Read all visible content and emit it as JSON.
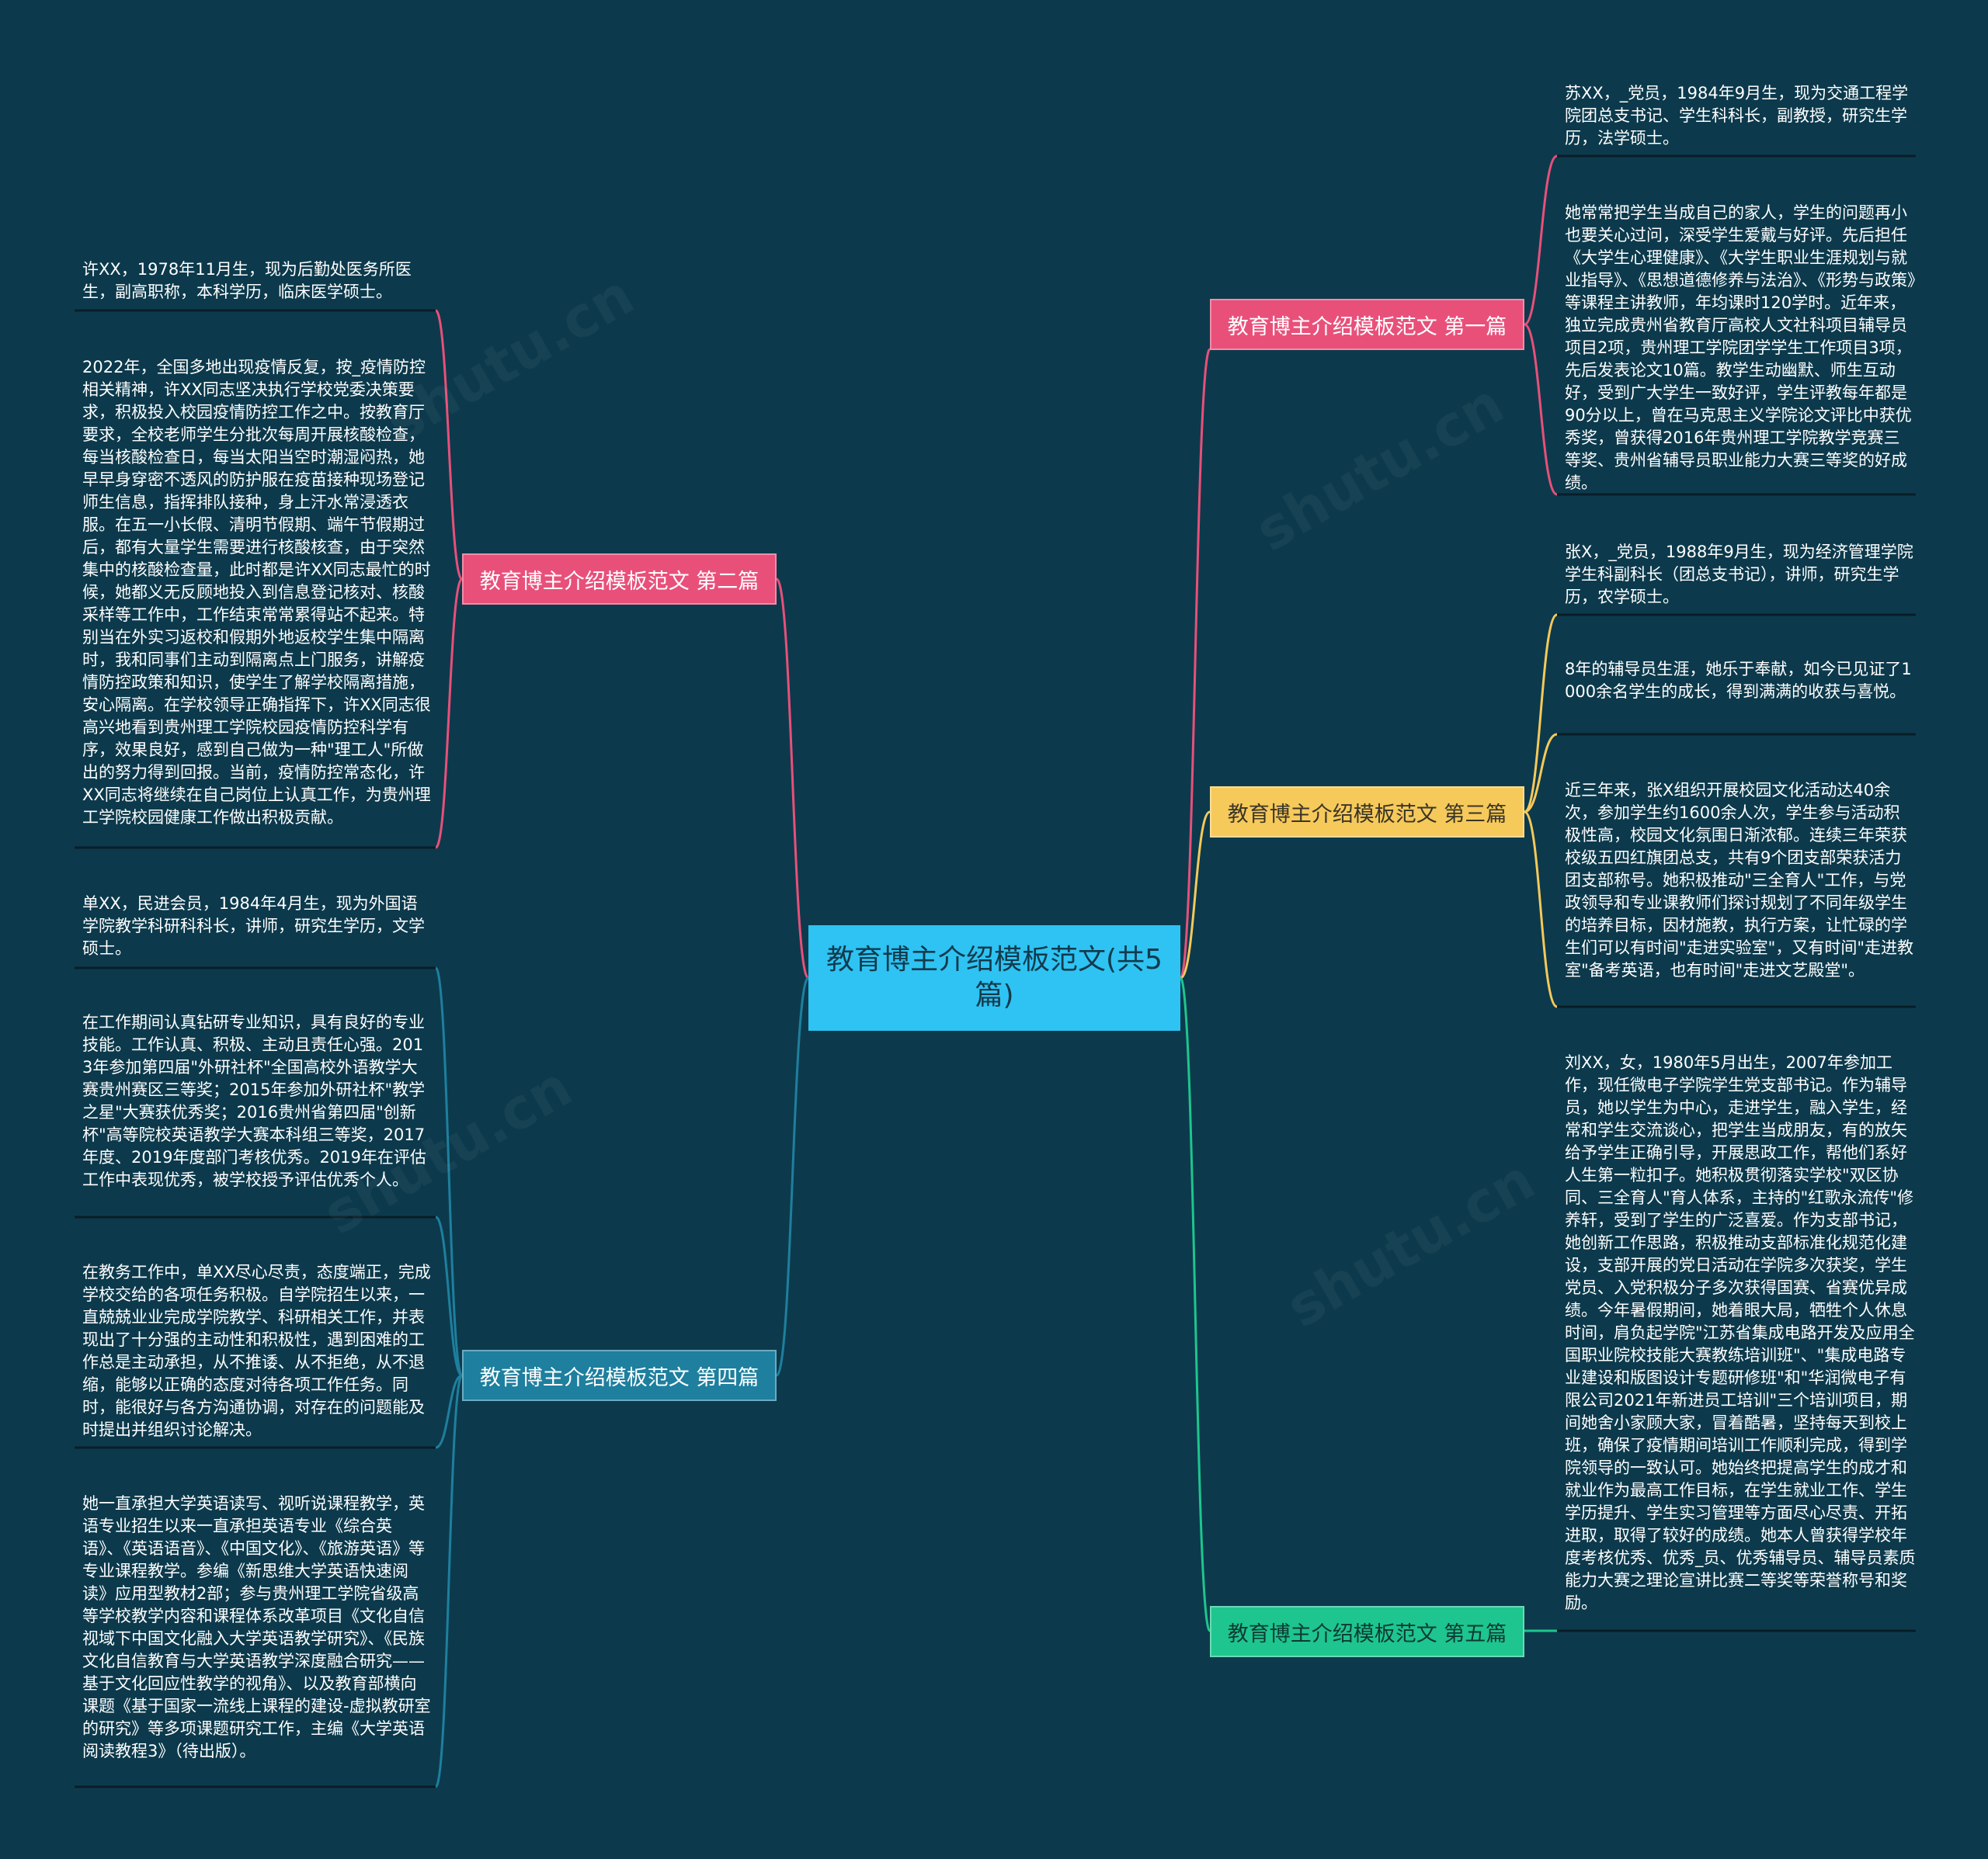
{
  "colors": {
    "background": "#0c3a4c",
    "center": "#2ec3f2",
    "pink": "#e8507a",
    "yellow": "#f6c95b",
    "blue": "#1e7f9e",
    "green": "#1ec58e",
    "line_underline": "#0a1d27"
  },
  "center": {
    "title": "教育博主介绍模板范文(共5篇)"
  },
  "branches": {
    "b1": {
      "title": "教育博主介绍模板范文 第一篇",
      "leaves": [
        "苏XX，_党员，1984年9月生，现为交通工程学院团总支书记、学生科科长，副教授，研究生学历，法学硕士。",
        "她常常把学生当成自己的家人，学生的问题再小也要关心过问，深受学生爱戴与好评。先后担任《大学生心理健康》、《大学生职业生涯规划与就业指导》、《思想道德修养与法治》、《形势与政策》等课程主讲教师，年均课时120学时。近年来，独立完成贵州省教育厅高校人文社科项目辅导员项目2项，贵州理工学院团学学生工作项目3项，先后发表论文10篇。教学生动幽默、师生互动好，受到广大学生一致好评，学生评教每年都是90分以上，曾在马克思主义学院论文评比中获优秀奖，曾获得2016年贵州理工学院教学竞赛三等奖、贵州省辅导员职业能力大赛三等奖的好成绩。"
      ]
    },
    "b2": {
      "title": "教育博主介绍模板范文 第二篇",
      "leaves": [
        "许XX，1978年11月生，现为后勤处医务所医生，副高职称，本科学历，临床医学硕士。",
        "2022年，全国多地出现疫情反复，按_疫情防控相关精神，许XX同志坚决执行学校党委决策要求，积极投入校园疫情防控工作之中。按教育厅要求，全校老师学生分批次每周开展核酸检查，每当核酸检查日，每当太阳当空时潮湿闷热，她早早身穿密不透风的防护服在疫苗接种现场登记师生信息，指挥排队接种，身上汗水常浸透衣服。在五一小长假、清明节假期、端午节假期过后，都有大量学生需要进行核酸核查，由于突然集中的核酸检查量，此时都是许XX同志最忙的时候，她都义无反顾地投入到信息登记核对、核酸采样等工作中，工作结束常常累得站不起来。特别当在外实习返校和假期外地返校学生集中隔离时，我和同事们主动到隔离点上门服务，讲解疫情防控政策和知识，使学生了解学校隔离措施，安心隔离。在学校领导正确指挥下，许XX同志很高兴地看到贵州理工学院校园疫情防控科学有序，效果良好，感到自己做为一种\"理工人\"所做出的努力得到回报。当前，疫情防控常态化，许XX同志将继续在自己岗位上认真工作，为贵州理工学院校园健康工作做出积极贡献。"
      ]
    },
    "b3": {
      "title": "教育博主介绍模板范文 第三篇",
      "leaves": [
        "张X，_党员，1988年9月生，现为经济管理学院学生科副科长（团总支书记），讲师，研究生学历，农学硕士。",
        "8年的辅导员生涯，她乐于奉献，如今已见证了1000余名学生的成长，得到满满的收获与喜悦。",
        "近三年来，张X组织开展校园文化活动达40余次，参加学生约1600余人次，学生参与活动积极性高，校园文化氛围日渐浓郁。连续三年荣获校级五四红旗团总支，共有9个团支部荣获活力团支部称号。她积极推动\"三全育人\"工作，与党政领导和专业课教师们探讨规划了不同年级学生的培养目标，因材施教，执行方案，让忙碌的学生们可以有时间\"走进实验室\"，又有时间\"走进教室\"备考英语，也有时间\"走进文艺殿堂\"。"
      ]
    },
    "b4": {
      "title": "教育博主介绍模板范文 第四篇",
      "leaves": [
        "单XX，民进会员，1984年4月生，现为外国语学院教学科研科科长，讲师，研究生学历，文学硕士。",
        "在工作期间认真钻研专业知识，具有良好的专业技能。工作认真、积极、主动且责任心强。2013年参加第四届\"外研社杯\"全国高校外语教学大赛贵州赛区三等奖；2015年参加外研社杯\"教学之星\"大赛获优秀奖；2016贵州省第四届\"创新杯\"高等院校英语教学大赛本科组三等奖，2017年度、2019年度部门考核优秀。2019年在评估工作中表现优秀，被学校授予评估优秀个人。",
        "在教务工作中，单XX尽心尽责，态度端正，完成学校交给的各项任务积极。自学院招生以来，一直兢兢业业完成学院教学、科研相关工作，并表现出了十分强的主动性和积极性，遇到困难的工作总是主动承担，从不推诿、从不拒绝，从不退缩，能够以正确的态度对待各项工作任务。同时，能很好与各方沟通协调，对存在的问题能及时提出并组织讨论解决。",
        "她一直承担大学英语读写、视听说课程教学，英语专业招生以来一直承担英语专业《综合英语》、《英语语音》、《中国文化》、《旅游英语》等专业课程教学。参编《新思维大学英语快速阅读》应用型教材2部；参与贵州理工学院省级高等学校教学内容和课程体系改革项目《文化自信视域下中国文化融入大学英语教学研究》、《民族文化自信教育与大学英语教学深度融合研究——基于文化回应性教学的视角》、以及教育部横向课题《基于国家一流线上课程的建设-虚拟教研室的研究》等多项课题研究工作，主编《大学英语阅读教程3》（待出版）。"
      ]
    },
    "b5": {
      "title": "教育博主介绍模板范文 第五篇",
      "leaves": [
        "刘XX，女，1980年5月出生，2007年参加工作，现任微电子学院学生党支部书记。作为辅导员，她以学生为中心，走进学生，融入学生，经常和学生交流谈心，把学生当成朋友，有的放矢给予学生正确引导，开展思政工作，帮他们系好人生第一粒扣子。她积极贯彻落实学校\"双区协同、三全育人\"育人体系，主持的\"红歌永流传\"修养轩，受到了学生的广泛喜爱。作为支部书记，她创新工作思路，积极推动支部标准化规范化建设，支部开展的党日活动在学院多次获奖，学生党员、入党积极分子多次获得国赛、省赛优异成绩。今年暑假期间，她着眼大局，牺牲个人休息时间，肩负起学院\"江苏省集成电路开发及应用全国职业院校技能大赛教练培训班\"、\"集成电路专业建设和版图设计专题研修班\"和\"华润微电子有限公司2021年新进员工培训\"三个培训项目，期间她舍小家顾大家，冒着酷暑，坚持每天到校上班，确保了疫情期间培训工作顺利完成，得到学院领导的一致认可。她始终把提高学生的成才和就业作为最高工作目标，在学生就业工作、学生学历提升、学生实习管理等方面尽心尽责、开拓进取，取得了较好的成绩。她本人曾获得学校年度考核优秀、优秀_员、优秀辅导员、辅导员素质能力大赛之理论宣讲比赛二等奖等荣誉称号和奖励。"
      ]
    }
  }
}
